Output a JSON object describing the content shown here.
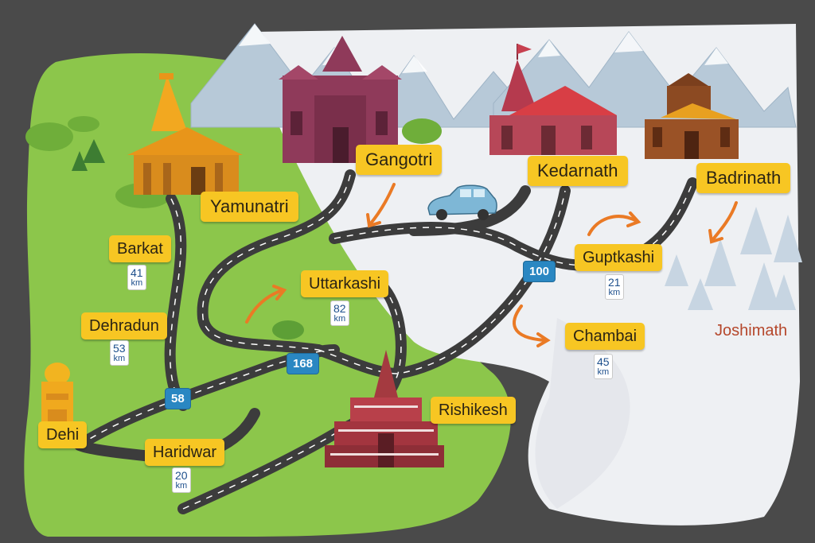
{
  "places": {
    "gangotri": "Gangotri",
    "kedarnath": "Kedarnath",
    "badrinath": "Badrinath",
    "yamunatri": "Yamunatri",
    "barkat": "Barkat",
    "dehradun": "Dehradun",
    "dehi": "Dehi",
    "haridwar": "Haridwar",
    "uttarkashi": "Uttarkashi",
    "rishikesh": "Rishikesh",
    "guptkashi": "Guptkashi",
    "chambai": "Chambai",
    "joshimath": "Joshimath"
  },
  "distances": {
    "barkat": {
      "value": "41",
      "unit": "km"
    },
    "dehradun": {
      "value": "53",
      "unit": "km"
    },
    "haridwar": {
      "value": "20",
      "unit": "km"
    },
    "uttarkashi": {
      "value": "82",
      "unit": "km"
    },
    "guptkashi": {
      "value": "21",
      "unit": "km"
    },
    "chambai": {
      "value": "45",
      "unit": "km"
    }
  },
  "route_numbers": {
    "r58": "58",
    "r168": "168",
    "r100": "100"
  },
  "icons": [
    "temple-icon",
    "mountain-icon",
    "car-icon",
    "tree-icon",
    "direction-arrow-icon"
  ],
  "colors": {
    "label_bg": "#f7c623",
    "road": "#3c3c3c",
    "meadow": "#8cc64b",
    "snow": "#eef0f3",
    "route_shield": "#2a87c2",
    "arrow": "#ea7a25"
  }
}
